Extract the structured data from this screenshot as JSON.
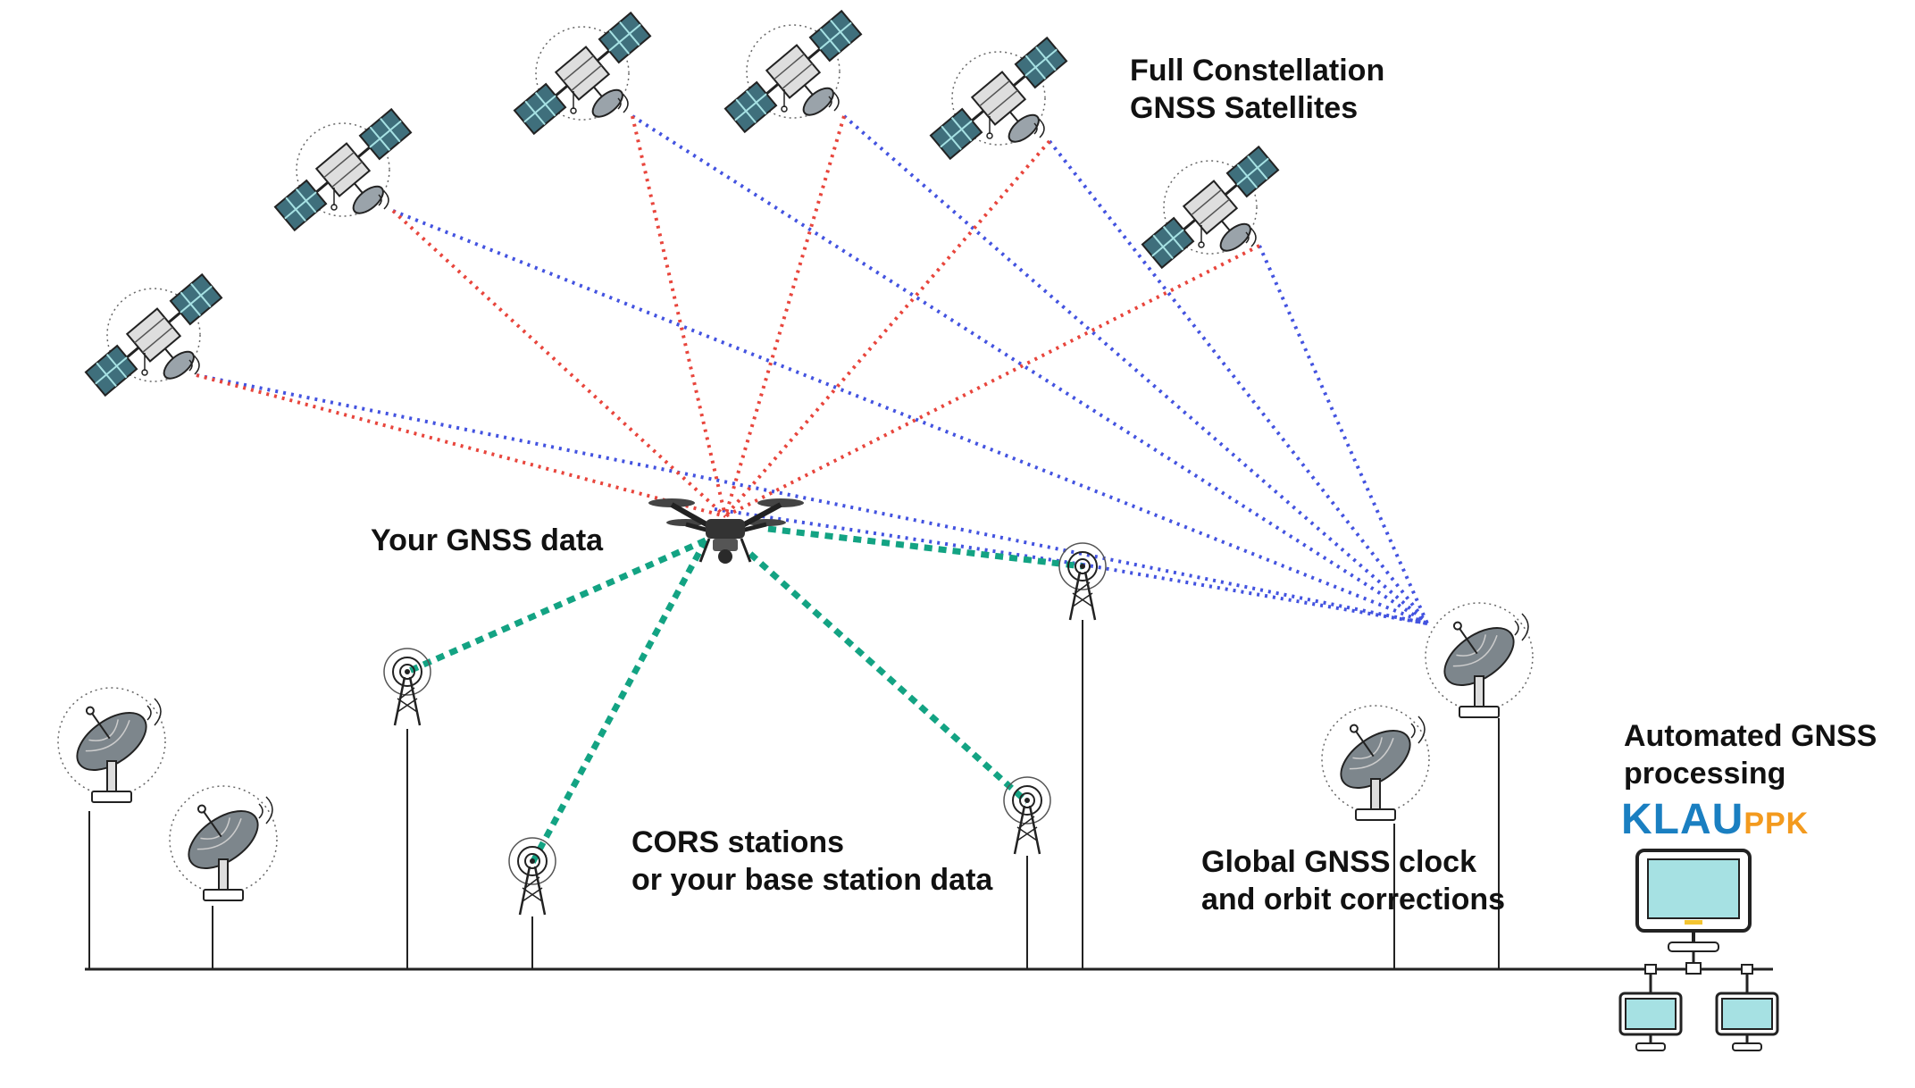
{
  "labels": {
    "satellites_line1": "Full Constellation",
    "satellites_line2": "GNSS Satellites",
    "your_data": "Your GNSS data",
    "cors_line1": "CORS stations",
    "cors_line2": "or your base station data",
    "corrections_line1": "Global GNSS clock",
    "corrections_line2": "and orbit corrections",
    "processing_line1": "Automated GNSS",
    "processing_line2": "processing"
  },
  "logo": {
    "part1": "KLAU",
    "part2": "PPK"
  },
  "colors": {
    "red_link": "#e8453c",
    "blue_link": "#4353e0",
    "green_link": "#13a383",
    "logo_blue": "#1a7fc1",
    "logo_orange": "#f39a1e",
    "screen": "#a6e1e3",
    "panel": "#3f6f7c"
  },
  "icons": [
    "satellite-icon",
    "drone-icon",
    "radio-tower-icon",
    "satellite-dish-icon",
    "computer-network-icon"
  ]
}
